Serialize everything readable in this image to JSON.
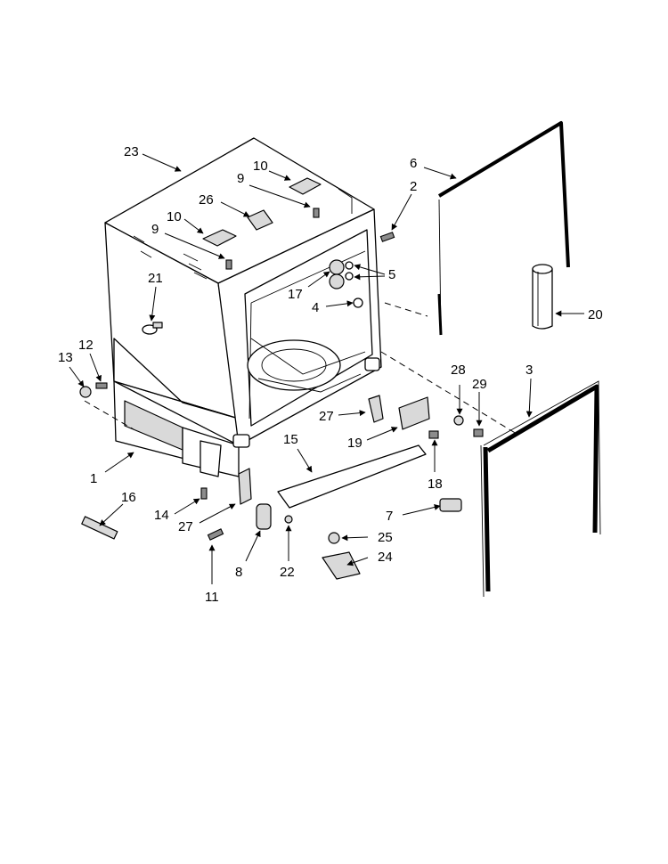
{
  "diagram": {
    "callouts": {
      "c1": "1",
      "c2": "2",
      "c3": "3",
      "c4": "4",
      "c5": "5",
      "c6": "6",
      "c7": "7",
      "c8": "8",
      "c9a": "9",
      "c9b": "9",
      "c10a": "10",
      "c10b": "10",
      "c11": "11",
      "c12": "12",
      "c13": "13",
      "c14": "14",
      "c15": "15",
      "c16": "16",
      "c17": "17",
      "c18": "18",
      "c19": "19",
      "c20": "20",
      "c21": "21",
      "c22": "22",
      "c23": "23",
      "c24": "24",
      "c25": "25",
      "c26": "26",
      "c27a": "27",
      "c27b": "27",
      "c28": "28",
      "c29": "29"
    }
  }
}
